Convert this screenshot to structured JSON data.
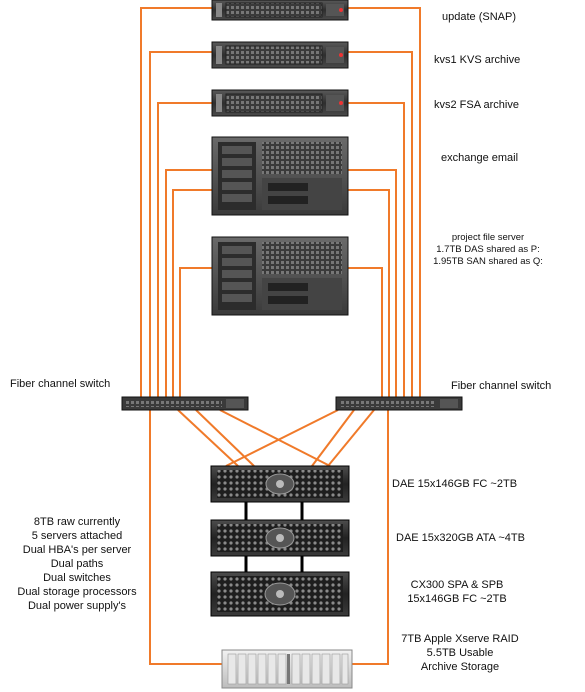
{
  "labels": {
    "update": "update (SNAP)",
    "kvs1": "kvs1 KVS archive",
    "kvs2": "kvs2 FSA archive",
    "exchange": "exchange email",
    "project_lines": [
      "project file server",
      "1.7TB DAS shared as P:",
      "1.95TB SAN shared as Q:"
    ],
    "switch_left": "Fiber channel switch",
    "switch_right": "Fiber channel switch",
    "dae1": "DAE 15x146GB FC  ~2TB",
    "dae2": "DAE 15x320GB ATA ~4TB",
    "cx300_lines": [
      "CX300  SPA & SPB",
      "15x146GB FC ~2TB"
    ],
    "xserve_lines": [
      "7TB Apple Xserve RAID",
      "5.5TB Usable",
      "Archive Storage"
    ],
    "summary_lines": [
      "8TB raw currently",
      "5 servers attached",
      "Dual HBA's per server",
      "Dual paths",
      "Dual switches",
      "Dual storage processors",
      "Dual power supply's"
    ]
  },
  "colors": {
    "fiber": "#f07a2a",
    "link": "#000000",
    "server_body": "#3a3a3a",
    "storage_body": "#2b2b2b",
    "xserve_body": "#d8d8d8"
  }
}
